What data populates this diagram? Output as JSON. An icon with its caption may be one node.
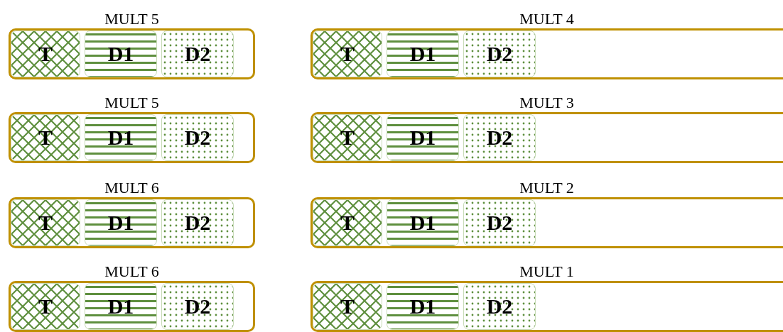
{
  "diagram": {
    "nodes": [
      {
        "text": [
          "MULT 5"
        ]
      },
      {
        "text": [
          "T"
        ],
        "in": 0
      },
      {
        "text": [
          "D1"
        ],
        "in": 0
      },
      {
        "text": [
          "D2"
        ],
        "in": 0
      },
      {
        "text": [
          "MULT 4"
        ]
      },
      {
        "text": [
          "T"
        ],
        "in": 4
      },
      {
        "text": [
          "D1"
        ],
        "in": 4
      },
      {
        "text": [
          "D2"
        ],
        "in": 4
      },
      {
        "text": [
          "MULT 5"
        ]
      },
      {
        "text": [
          "T"
        ],
        "in": 8
      },
      {
        "text": [
          "D1"
        ],
        "in": 8
      },
      {
        "text": [
          "D2"
        ],
        "in": 8
      },
      {
        "text": [
          "MULT 3"
        ]
      },
      {
        "text": [
          "T"
        ],
        "in": 12
      },
      {
        "text": [
          "D1"
        ],
        "in": 12
      },
      {
        "text": [
          "D2"
        ],
        "in": 12
      },
      {
        "text": [
          "MULT 6"
        ]
      },
      {
        "text": [
          "T"
        ],
        "in": 16
      },
      {
        "text": [
          "D1"
        ],
        "in": 16
      },
      {
        "text": [
          "D2"
        ],
        "in": 16
      },
      {
        "text": [
          "MULT 2"
        ]
      },
      {
        "text": [
          "T"
        ],
        "in": 20
      },
      {
        "text": [
          "D1"
        ],
        "in": 20
      },
      {
        "text": [
          "D2"
        ],
        "in": 20
      },
      {
        "text": [
          "MULT 6"
        ]
      },
      {
        "text": [
          "T"
        ],
        "in": 24
      },
      {
        "text": [
          "D1"
        ],
        "in": 24
      },
      {
        "text": [
          "D2"
        ],
        "in": 24
      },
      {
        "text": [
          "MULT 1"
        ]
      },
      {
        "text": [
          "T"
        ],
        "in": 28
      },
      {
        "text": [
          "D1"
        ],
        "in": 28
      },
      {
        "text": [
          "D2"
        ],
        "in": 28
      }
    ]
  }
}
